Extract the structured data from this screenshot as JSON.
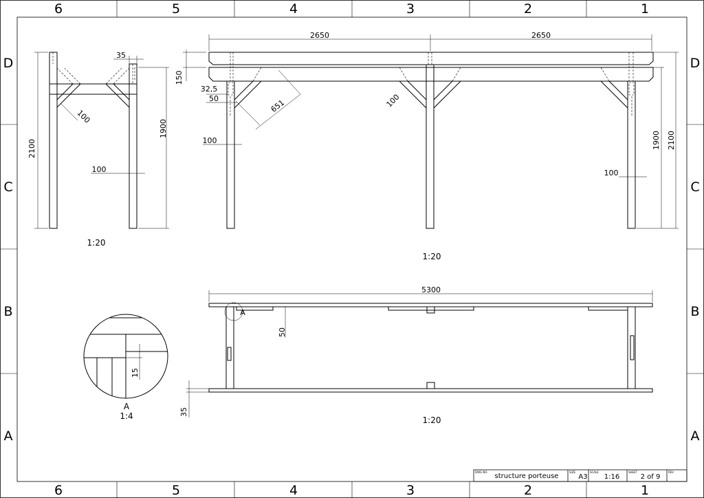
{
  "border": {
    "columns": [
      "6",
      "5",
      "4",
      "3",
      "2",
      "1"
    ],
    "rows": [
      "D",
      "C",
      "B",
      "A"
    ]
  },
  "end_view": {
    "dims": {
      "height_total": "2100",
      "height_side": "1900",
      "post_width": "35",
      "post_section": "100",
      "brace": "100"
    },
    "scale": "1:20"
  },
  "front_view": {
    "dims": {
      "span_left": "2650",
      "span_right": "2650",
      "beam_depth": "150",
      "offset_a": "32,5",
      "offset_b": "50",
      "brace_length": "651",
      "brace_mid": "100",
      "post_left": "100",
      "post_right": "100",
      "height_side": "1900",
      "height_total": "2100"
    },
    "scale": "1:20"
  },
  "plan_view": {
    "dims": {
      "length_total": "5300",
      "depth_50": "50",
      "depth_35": "35"
    },
    "detail_marker": "A",
    "scale": "1:20"
  },
  "detail_view": {
    "dims": {
      "gap": "15"
    },
    "label": "A",
    "scale": "1:4"
  },
  "title_block": {
    "dwg_no_label": "DWG NO.",
    "title": "structure porteuse",
    "size_label": "SIZE",
    "size_value": "A3",
    "scale_label": "SCALE",
    "scale_value": "1:16",
    "sheet_label": "SHEET",
    "sheet_value": "2 of 9",
    "rev_label": "REV"
  }
}
